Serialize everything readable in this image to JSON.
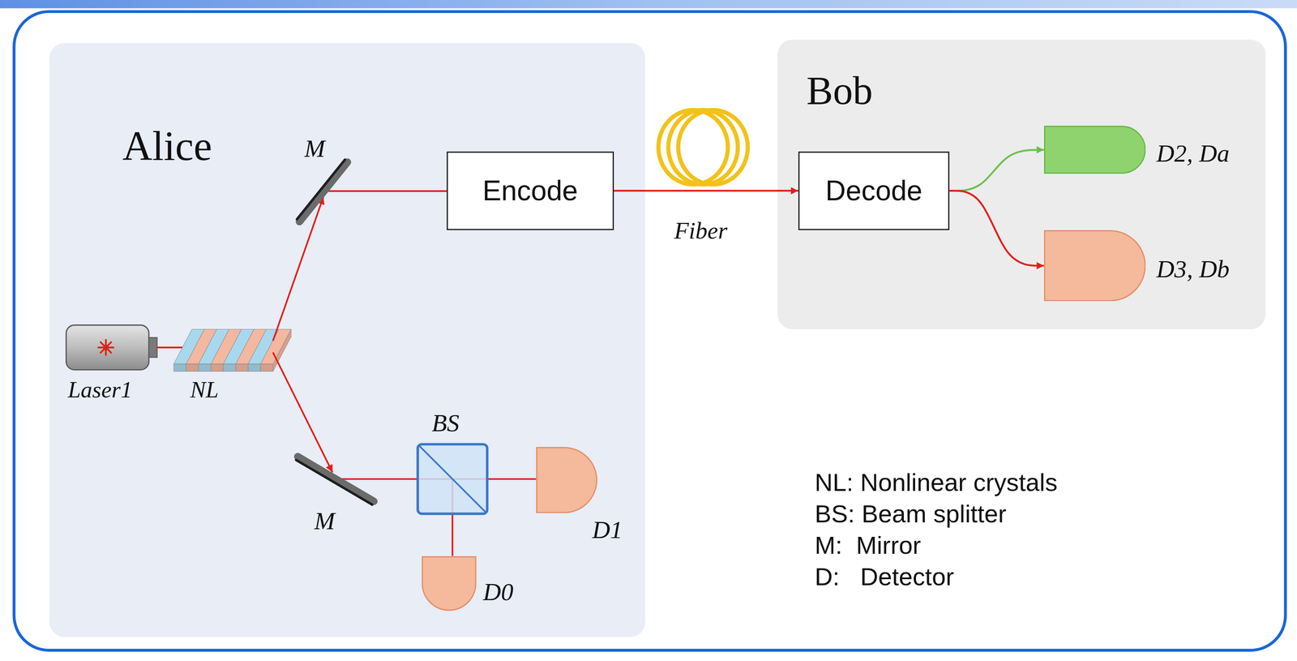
{
  "diagram": {
    "nodes": [
      {
        "text": [
          "Alice"
        ]
      },
      {
        "text": [
          "Encode"
        ],
        "in": 0
      },
      {
        "text": [
          "Bob"
        ]
      },
      {
        "text": [
          "Decode"
        ],
        "in": 2
      },
      {
        "text": [
          "D2, Da"
        ],
        "in": 2
      },
      {
        "text": [
          "D3, Db"
        ],
        "in": 2
      },
      {
        "text": [
          "D1"
        ],
        "in": 0
      },
      {
        "text": [
          "D0"
        ],
        "in": 0
      }
    ],
    "edges": [
      {
        "from": 1,
        "to": 3,
        "arrow": "to"
      },
      {
        "from": 3,
        "to": 4,
        "arrow": "to"
      },
      {
        "from": 3,
        "to": 5,
        "arrow": "to"
      }
    ],
    "labels": [
      "M",
      "M",
      "BS",
      "Laser1",
      "NL",
      "Fiber",
      "NL: Nonlinear crystals",
      "BS: Beam splitter",
      "M:  Mirror",
      "D:   Detector"
    ]
  }
}
